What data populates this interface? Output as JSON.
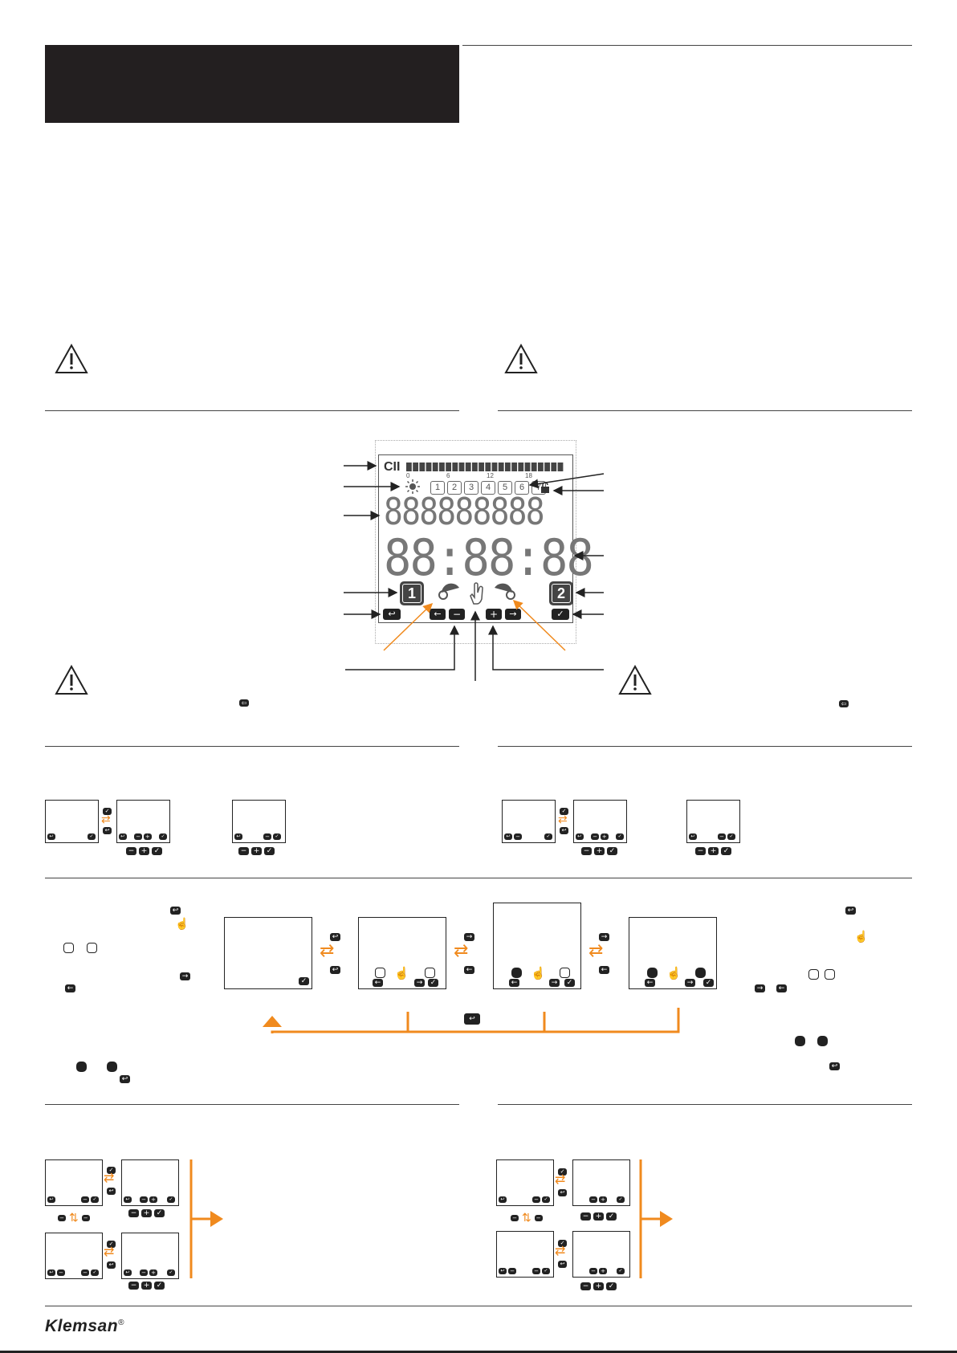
{
  "brand": {
    "logo": "Klemsan",
    "registered": "®"
  },
  "lcd": {
    "status_text": "CII",
    "hour_ticks": [
      "0",
      "6",
      "12",
      "18"
    ],
    "day_numbers": [
      "1",
      "2",
      "3",
      "4",
      "5",
      "6",
      "7"
    ],
    "top_digits": "888888888",
    "time_digits": "88:88:88",
    "channel_1": "1",
    "channel_2": "2"
  },
  "colors": {
    "accent": "#f08a1e",
    "dark": "#231f20"
  },
  "icons": [
    "warning-icon",
    "sun-icon",
    "lock-icon",
    "umbrella-icon",
    "hand-icon",
    "back-icon",
    "ok-icon",
    "minus-icon",
    "plus-icon",
    "left-arrow-icon",
    "right-arrow-icon"
  ]
}
